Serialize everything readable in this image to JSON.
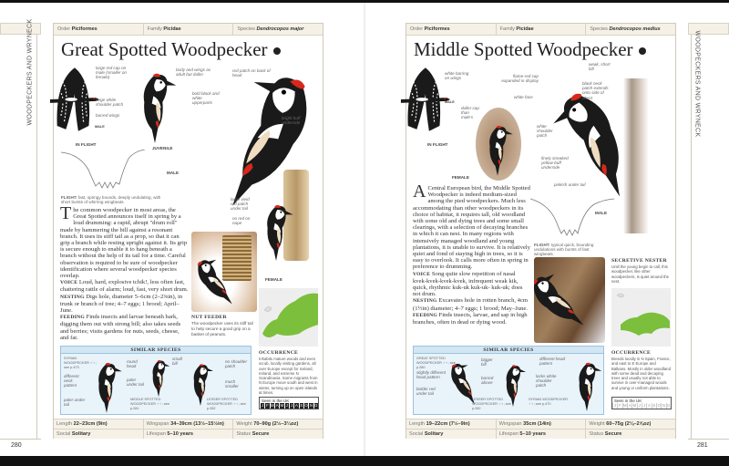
{
  "section_label": "WOODPECKERS AND WRYNECK",
  "left_page": {
    "page_number": "280",
    "header": {
      "order_label": "Order",
      "order": "Piciformes",
      "family_label": "Family",
      "family": "Picidae",
      "species_label": "Species",
      "species": "Dendrocopos major"
    },
    "title": "Great Spotted Woodpecker",
    "annotations": {
      "red_cap": "large red cap on male (smaller on female)",
      "shoulder": "large white shoulder patch",
      "barred": "barred wings",
      "male_small": "MALE",
      "in_flight": "IN FLIGHT",
      "body_wings": "body and wings as adult but duller",
      "juvenile": "JUVENILE",
      "red_patch": "red patch on back of head",
      "bold_black": "bold black and white upperparts",
      "buff": "bright buff underside",
      "male": "MALE",
      "vivid_red": "large vivid red patch under tail",
      "no_red": "no red on nape",
      "female": "FEMALE"
    },
    "flight": {
      "label": "FLIGHT:",
      "text": "fast, springy bounds, deeply undulating, with short bursts of whirring wingbeats."
    },
    "intro_drop": "T",
    "intro": "he common woodpecker in most areas, the Great Spotted announces itself in spring by a loud drumming: a rapid, abrupt \"drum roll\" made by hammering the bill against a resonant branch. It uses its stiff tail as a prop, so that it can grip a branch while resting upright against it. Its grip is secure enough to enable it to hang beneath a branch without the help of its tail for a time. Careful observation is required to be sure of woodpecker identification where several woodpecker species overlap.",
    "voice_label": "VOICE",
    "voice": "Loud, hard, explosive tchik!, less often fast, chattering rattle of alarm; loud, fast, very short drum.",
    "nesting_label": "NESTING",
    "nesting": "Digs hole, diameter 5–6cm (2–2⅜in), in trunk or branch of tree; 4–7 eggs; 1 brood; April–June.",
    "feeding_label": "FEEDING",
    "feeding": "Finds insects and larvae beneath bark, digging them out with strong bill; also takes seeds and berries; visits gardens for nuts, seeds, cheese, and fat.",
    "photo_caption_title": "NUT FEEDER",
    "photo_caption": "The woodpecker uses its stiff tail to help secure a good grip on a basket of peanuts.",
    "occurrence_title": "OCCURRENCE",
    "occurrence": "Inhabits mature woods and even scrub, locally visiting gardens, all over Europe except for Iceland, Ireland, and extreme N Scandinavia. Some migrants from N Europe move south and west in winter, turning up on open islands at times.",
    "seen_label": "Seen in the UK",
    "months": [
      "J",
      "F",
      "M",
      "A",
      "M",
      "J",
      "J",
      "A",
      "S",
      "O",
      "N",
      "D"
    ],
    "similar": {
      "title": "SIMILAR SPECIES",
      "sp1": "SYRIAN WOODPECKER ♂♀; see p.470",
      "sp1_notes": [
        "different neck pattern",
        "paler under tail"
      ],
      "sp2": "MIDDLE SPOTTED WOODPECKER ♂♀; see p.281",
      "sp2_notes": [
        "round head",
        "small bill",
        "paler under tail"
      ],
      "sp3": "LESSER SPOTTED WOODPECKER ♂♀; see p.282",
      "sp3_notes": [
        "no shoulder patch",
        "much smaller"
      ]
    },
    "footer": {
      "length_label": "Length",
      "length": "22–23cm (9in)",
      "wingspan_label": "Wingspan",
      "wingspan": "34–39cm (13½–15½in)",
      "weight_label": "Weight",
      "weight": "70–90g (2½–3¼oz)",
      "social_label": "Social",
      "social": "Solitary",
      "lifespan_label": "Lifespan",
      "lifespan": "5–10 years",
      "status_label": "Status",
      "status": "Secure"
    }
  },
  "right_page": {
    "page_number": "281",
    "header": {
      "order_label": "Order",
      "order": "Piciformes",
      "family_label": "Family",
      "family": "Picidae",
      "species_label": "Species",
      "species": "Dendrocopos medius"
    },
    "title": "Middle Spotted Woodpecker",
    "annotations": {
      "white_barring": "white barring on wings",
      "male_small": "MALE",
      "in_flight": "IN FLIGHT",
      "duller_cap": "duller cap than male's",
      "female": "FEMALE",
      "flame": "flame-red cap expanded in display",
      "white_face": "white face",
      "shoulder": "white shoulder patch",
      "streaked": "finely streaked yellow-buff underside",
      "pinkish": "pinkish under tail",
      "weak_bill": "weak, short bill",
      "neck_patch": "black neck patch extends onto side of chest",
      "male": "MALE"
    },
    "flight": {
      "label": "FLIGHT:",
      "text": "typical quick, bounding undulations with bursts of fast wingbeats."
    },
    "intro_drop": "A",
    "intro": " Central European bird, the Middle Spotted Woodpecker is indeed medium-sized among the pied woodpeckers. Much less accommodating than other woodpeckers in its choice of habitat, it requires tall, old woodland with some old and dying trees and some small clearings, with a selection of decaying branches in which it can nest. In many regions with intensively managed woodland and young plantations, it is unable to survive. It is relatively quiet and fond of staying high in trees, so it is easy to overlook. It calls more often in spring in preference to drumming.",
    "voice_label": "VOICE",
    "voice": "Song quite slow repetition of nasal kvek-kvek-kvek-kvek, infrequent weak kik, quick, rhythmic kuk-uk kuk-uk- kuk-uk; does not drum.",
    "nesting_label": "NESTING",
    "nesting": "Excavates hole in rotten branch, 4cm (1½in) diameter; 4–7 eggs; 1 brood; May–June.",
    "feeding_label": "FEEDING",
    "feeding": "Finds insects, larvae, and sap in high branches, often in dead or dying wood.",
    "photo_caption_title": "SECRETIVE NESTER",
    "photo_caption": "Until the young begin to call, this woodpecker, like other woodpeckers, is quiet around the nest.",
    "occurrence_title": "OCCURRENCE",
    "occurrence": "Breeds locally in N Spain, France, and east to E Europe and Balkans. Mostly in older woodland with some dead and decaying trees and usually not able to survive in over-managed woods and young or uniform plantations.",
    "seen_label": "Seen in the UK",
    "months": [
      "J",
      "F",
      "M",
      "A",
      "M",
      "J",
      "J",
      "A",
      "S",
      "O",
      "N",
      "D"
    ],
    "similar": {
      "title": "SIMILAR SPECIES",
      "sp1": "GREAT SPOTTED WOODPECKER ♂♀; see p.280",
      "sp1_notes": [
        "slightly different head pattern",
        "bolder red under tail",
        "bigger bill"
      ],
      "sp2": "LESSER SPOTTED WOODPECKER ♂♀; see p.282",
      "sp2_notes": [
        "barred above"
      ],
      "sp3": "SYRIAN WOODPECKER ♂♀; see p.470",
      "sp3_notes": [
        "different head pattern",
        "lacks white shoulder patch"
      ]
    },
    "footer": {
      "length_label": "Length",
      "length": "19–22cm (7½–9in)",
      "wingspan_label": "Wingspan",
      "wingspan": "35cm (14in)",
      "weight_label": "Weight",
      "weight": "60–75g (2⅛–2⅝oz)",
      "social_label": "Social",
      "social": "Solitary",
      "lifespan_label": "Lifespan",
      "lifespan": "5–10 years",
      "status_label": "Status",
      "status": "Secure"
    }
  },
  "colors": {
    "header_bg": "#f6f1e6",
    "similar_bg": "#e8f3fa",
    "map_green": "#7cbf3c",
    "red": "#d6281c"
  }
}
